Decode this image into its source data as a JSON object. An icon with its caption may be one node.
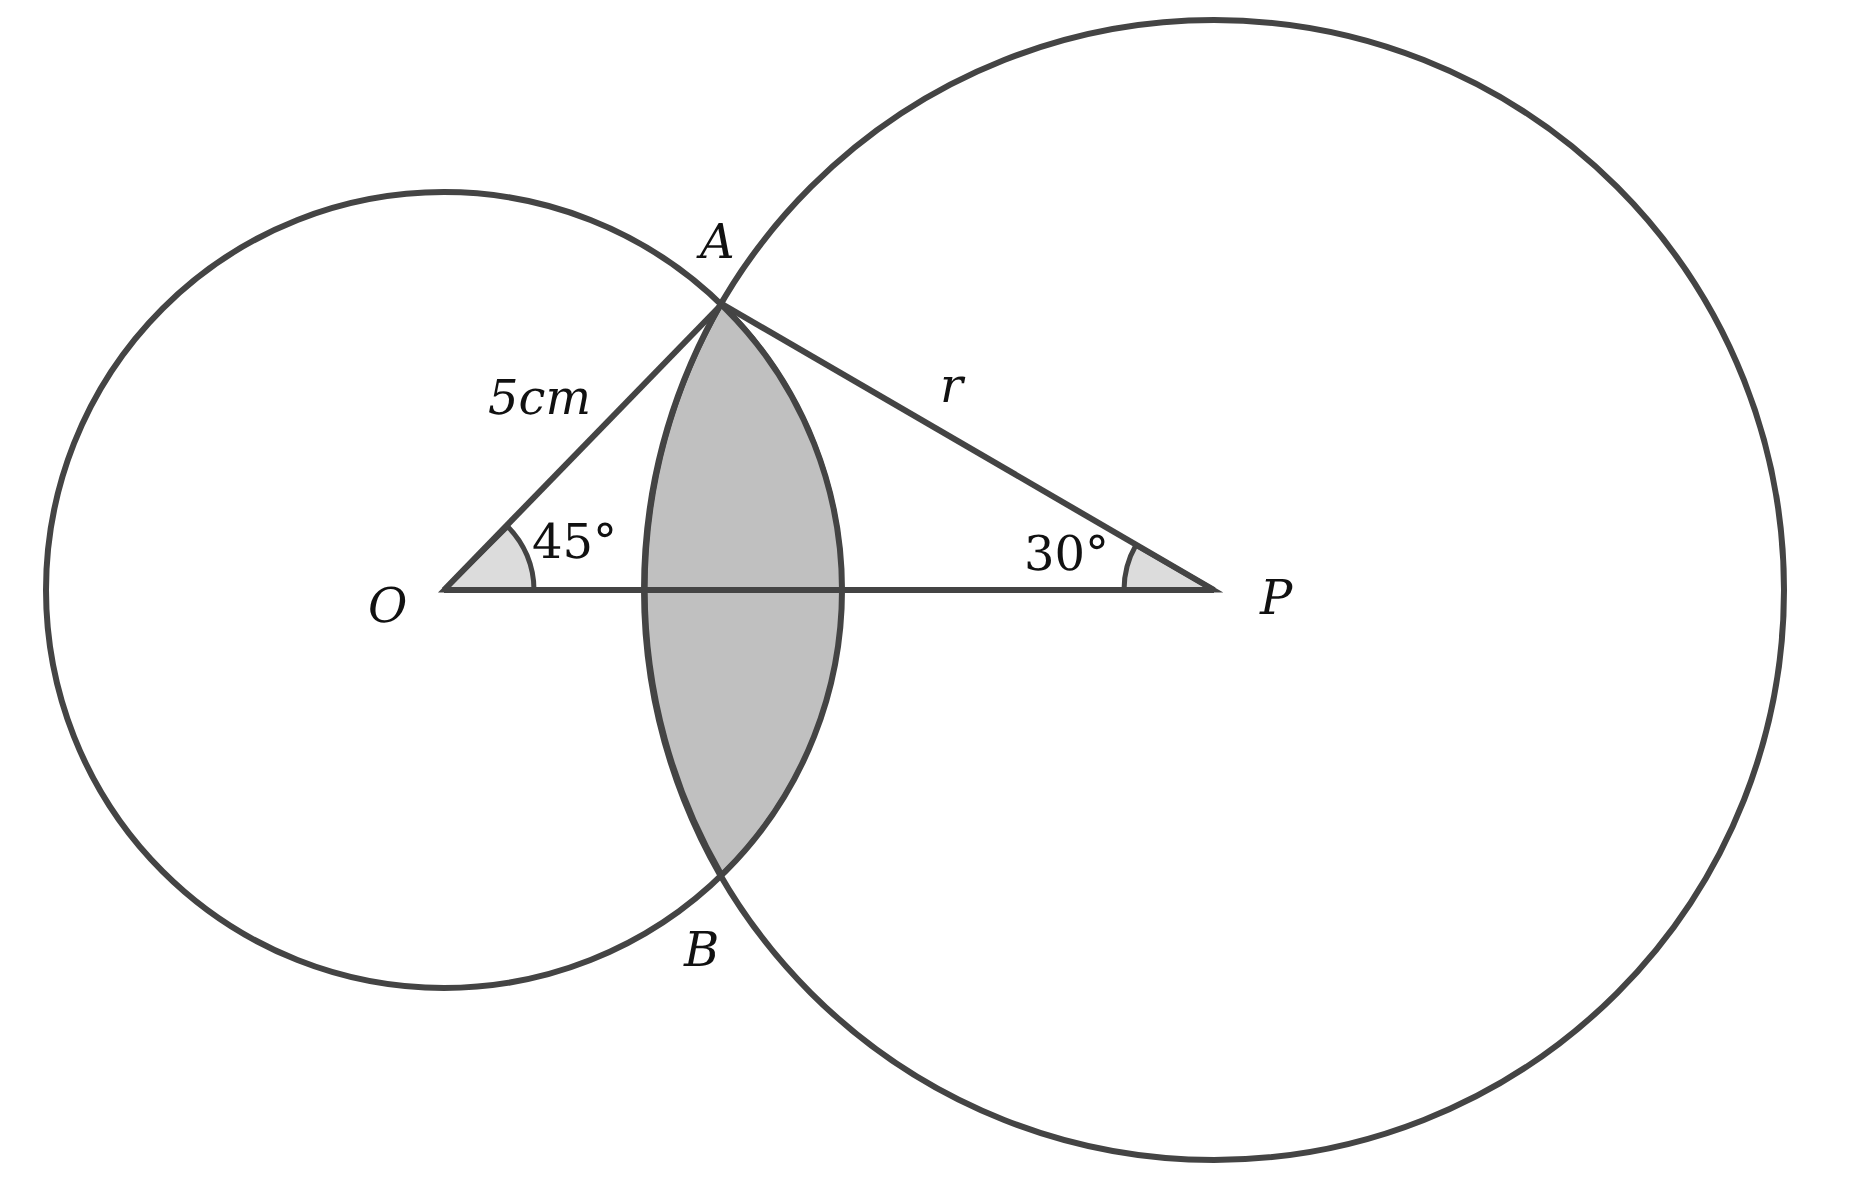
{
  "diagram": {
    "nodes": [
      {
        "text": [
          "O"
        ]
      },
      {
        "text": [
          "A"
        ]
      },
      {
        "text": [
          "P"
        ]
      },
      {
        "text": [
          "B"
        ]
      }
    ],
    "edges": [
      {
        "from": 0,
        "to": 1,
        "arrow": "none",
        "label": "5cm"
      },
      {
        "from": 1,
        "to": 2,
        "arrow": "none",
        "label": "r"
      },
      {
        "from": 0,
        "to": 2,
        "arrow": "none"
      }
    ],
    "labels": [
      "45°",
      "30°"
    ]
  }
}
